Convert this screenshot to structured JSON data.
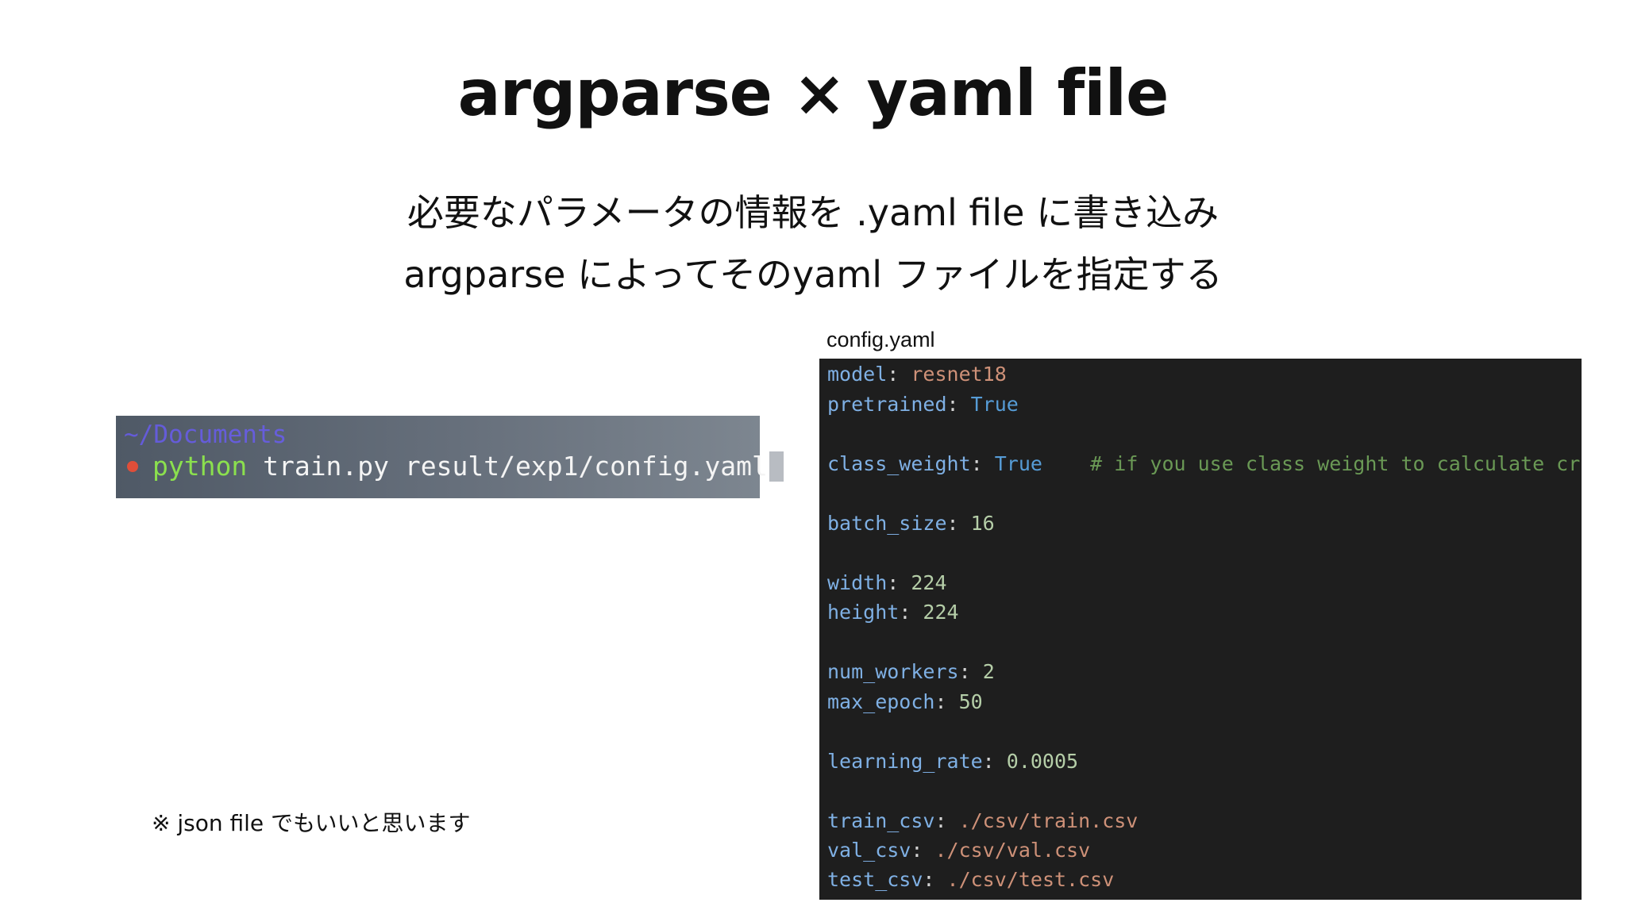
{
  "slide": {
    "title": "argparse  ×  yaml file",
    "subtitle_line1": "必要なパラメータの情報を .yaml file に書き込み",
    "subtitle_line2": "argparse によってそのyaml ファイルを指定する",
    "note": "※ json file でもいいと思います"
  },
  "terminal": {
    "directory": "~/Documents",
    "command_keyword": "python",
    "command_args": " train.py result/exp1/config.yaml",
    "prompt_color": "#e04e39"
  },
  "code": {
    "caption": "config.yaml",
    "lines": [
      {
        "key": "model",
        "value": "resnet18",
        "value_type": "str"
      },
      {
        "key": "pretrained",
        "value": "True",
        "value_type": "kw"
      },
      {
        "key": "class_weight",
        "value": "True",
        "value_type": "kw",
        "comment": "# if you use class weight to calculate cr"
      },
      {
        "key": "batch_size",
        "value": "16",
        "value_type": "num"
      },
      {
        "key": "width",
        "value": "224",
        "value_type": "num"
      },
      {
        "key": "height",
        "value": "224",
        "value_type": "num"
      },
      {
        "key": "num_workers",
        "value": "2",
        "value_type": "num"
      },
      {
        "key": "max_epoch",
        "value": "50",
        "value_type": "num"
      },
      {
        "key": "learning_rate",
        "value": "0.0005",
        "value_type": "num"
      },
      {
        "key": "train_csv",
        "value": "./csv/train.csv",
        "value_type": "str"
      },
      {
        "key": "val_csv",
        "value": "./csv/val.csv",
        "value_type": "str"
      },
      {
        "key": "test_csv",
        "value": "./csv/test.csv",
        "value_type": "str"
      }
    ]
  }
}
